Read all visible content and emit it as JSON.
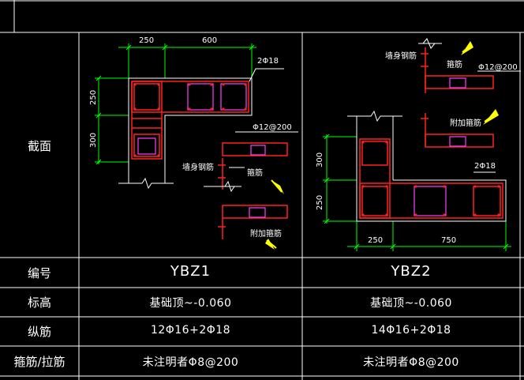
{
  "table": {
    "row_labels": {
      "section": "截面",
      "code": "编号",
      "elevation": "标高",
      "longitudinal": "纵筋",
      "stirrup": "箍筋/拉筋"
    },
    "columns": [
      {
        "code": "YBZ1",
        "elevation": "基础顶~-0.060",
        "longitudinal": "12Φ16+2Φ18",
        "stirrup": "未注明者Φ8@200"
      },
      {
        "code": "YBZ2",
        "elevation": "基础顶~-0.060",
        "longitudinal": "14Φ16+2Φ18",
        "stirrup": "未注明者Φ8@200"
      }
    ]
  },
  "ybz1": {
    "dim_top_left": "250",
    "dim_top_right": "600",
    "dim_left_top": "250",
    "dim_left_bottom": "300",
    "rebar_label": "2Φ18",
    "stirrup_label": "Φ12@200",
    "wall_bar_label": "墙身钢筋",
    "hoop_label": "箍筋",
    "extra_hoop_label": "附加箍筋"
  },
  "ybz2": {
    "wall_bar_label": "墙身钢筋",
    "hoop_label": "箍筋",
    "stirrup_label": "Φ12@200",
    "extra_hoop_label": "附加箍筋",
    "rebar_label": "2Φ18",
    "dim_left_top": "300",
    "dim_left_bottom": "250",
    "dim_bottom_left": "250",
    "dim_bottom_right": "750"
  },
  "colors": {
    "grid": "#ffffff",
    "dimension": "#00ff00",
    "rebar": "#ff2020",
    "stirrup_inner": "#ff40ff",
    "callout_arrow": "#ffff00"
  }
}
